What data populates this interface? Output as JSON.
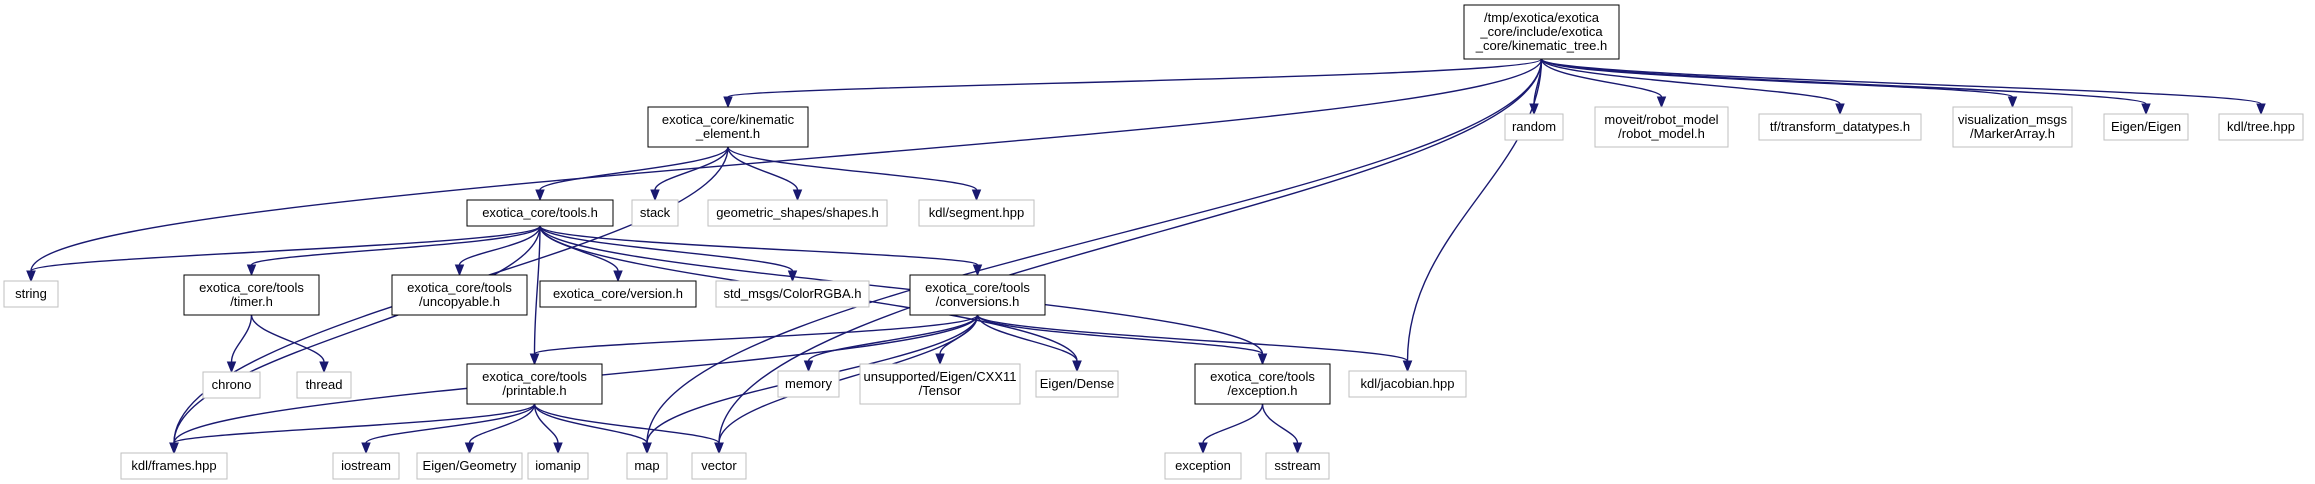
{
  "colors": {
    "edge": "#191970",
    "border_documented": "#000000",
    "border_external": "#bfbfbf",
    "root_fill": "#bfbfbf",
    "node_fill": "#ffffff"
  },
  "nodes": [
    {
      "id": "kinematic_tree",
      "lines": [
        "/tmp/exotica/exotica",
        "_core/include/exotica",
        "_core/kinematic_tree.h"
      ],
      "kind": "root"
    },
    {
      "id": "kinematic_element",
      "lines": [
        "exotica_core/kinematic",
        "_element.h"
      ],
      "kind": "documented"
    },
    {
      "id": "random",
      "lines": [
        "random"
      ],
      "kind": "external"
    },
    {
      "id": "robot_model",
      "lines": [
        "moveit/robot_model",
        "/robot_model.h"
      ],
      "kind": "external"
    },
    {
      "id": "transform_datatypes",
      "lines": [
        "tf/transform_datatypes.h"
      ],
      "kind": "external"
    },
    {
      "id": "marker_array",
      "lines": [
        "visualization_msgs",
        "/MarkerArray.h"
      ],
      "kind": "external"
    },
    {
      "id": "eigen",
      "lines": [
        "Eigen/Eigen"
      ],
      "kind": "external"
    },
    {
      "id": "kdl_tree",
      "lines": [
        "kdl/tree.hpp"
      ],
      "kind": "external"
    },
    {
      "id": "tools",
      "lines": [
        "exotica_core/tools.h"
      ],
      "kind": "documented"
    },
    {
      "id": "stack",
      "lines": [
        "stack"
      ],
      "kind": "external"
    },
    {
      "id": "shapes",
      "lines": [
        "geometric_shapes/shapes.h"
      ],
      "kind": "external"
    },
    {
      "id": "segment",
      "lines": [
        "kdl/segment.hpp"
      ],
      "kind": "external"
    },
    {
      "id": "string",
      "lines": [
        "string"
      ],
      "kind": "external"
    },
    {
      "id": "timer",
      "lines": [
        "exotica_core/tools",
        "/timer.h"
      ],
      "kind": "documented"
    },
    {
      "id": "uncopyable",
      "lines": [
        "exotica_core/tools",
        "/uncopyable.h"
      ],
      "kind": "documented"
    },
    {
      "id": "version",
      "lines": [
        "exotica_core/version.h"
      ],
      "kind": "documented"
    },
    {
      "id": "color_rgba",
      "lines": [
        "std_msgs/ColorRGBA.h"
      ],
      "kind": "external"
    },
    {
      "id": "conversions",
      "lines": [
        "exotica_core/tools",
        "/conversions.h"
      ],
      "kind": "documented"
    },
    {
      "id": "chrono",
      "lines": [
        "chrono"
      ],
      "kind": "external"
    },
    {
      "id": "thread",
      "lines": [
        "thread"
      ],
      "kind": "external"
    },
    {
      "id": "printable",
      "lines": [
        "exotica_core/tools",
        "/printable.h"
      ],
      "kind": "documented"
    },
    {
      "id": "memory",
      "lines": [
        "memory"
      ],
      "kind": "external"
    },
    {
      "id": "tensor",
      "lines": [
        "unsupported/Eigen/CXX11",
        "/Tensor"
      ],
      "kind": "external"
    },
    {
      "id": "eigen_dense",
      "lines": [
        "Eigen/Dense"
      ],
      "kind": "external"
    },
    {
      "id": "exception_h",
      "lines": [
        "exotica_core/tools",
        "/exception.h"
      ],
      "kind": "documented"
    },
    {
      "id": "jacobian",
      "lines": [
        "kdl/jacobian.hpp"
      ],
      "kind": "external"
    },
    {
      "id": "frames",
      "lines": [
        "kdl/frames.hpp"
      ],
      "kind": "external"
    },
    {
      "id": "iostream",
      "lines": [
        "iostream"
      ],
      "kind": "external"
    },
    {
      "id": "eigen_geometry",
      "lines": [
        "Eigen/Geometry"
      ],
      "kind": "external"
    },
    {
      "id": "iomanip",
      "lines": [
        "iomanip"
      ],
      "kind": "external"
    },
    {
      "id": "map",
      "lines": [
        "map"
      ],
      "kind": "external"
    },
    {
      "id": "vector",
      "lines": [
        "vector"
      ],
      "kind": "external"
    },
    {
      "id": "exception",
      "lines": [
        "exception"
      ],
      "kind": "external"
    },
    {
      "id": "sstream",
      "lines": [
        "sstream"
      ],
      "kind": "external"
    }
  ],
  "edges": [
    [
      "kinematic_tree",
      "kinematic_element"
    ],
    [
      "kinematic_tree",
      "string"
    ],
    [
      "kinematic_tree",
      "map"
    ],
    [
      "kinematic_tree",
      "vector"
    ],
    [
      "kinematic_tree",
      "jacobian"
    ],
    [
      "kinematic_tree",
      "random"
    ],
    [
      "kinematic_tree",
      "robot_model"
    ],
    [
      "kinematic_tree",
      "transform_datatypes"
    ],
    [
      "kinematic_tree",
      "marker_array"
    ],
    [
      "kinematic_tree",
      "eigen"
    ],
    [
      "kinematic_tree",
      "kdl_tree"
    ],
    [
      "kinematic_element",
      "tools"
    ],
    [
      "kinematic_element",
      "stack"
    ],
    [
      "kinematic_element",
      "shapes"
    ],
    [
      "kinematic_element",
      "segment"
    ],
    [
      "kinematic_element",
      "frames"
    ],
    [
      "tools",
      "string"
    ],
    [
      "tools",
      "timer"
    ],
    [
      "tools",
      "uncopyable"
    ],
    [
      "tools",
      "version"
    ],
    [
      "tools",
      "color_rgba"
    ],
    [
      "tools",
      "conversions"
    ],
    [
      "tools",
      "printable"
    ],
    [
      "tools",
      "frames"
    ],
    [
      "tools",
      "eigen_dense"
    ],
    [
      "tools",
      "exception_h"
    ],
    [
      "timer",
      "chrono"
    ],
    [
      "timer",
      "thread"
    ],
    [
      "conversions",
      "printable"
    ],
    [
      "conversions",
      "frames"
    ],
    [
      "conversions",
      "map"
    ],
    [
      "conversions",
      "vector"
    ],
    [
      "conversions",
      "memory"
    ],
    [
      "conversions",
      "tensor"
    ],
    [
      "conversions",
      "eigen_dense"
    ],
    [
      "conversions",
      "exception_h"
    ],
    [
      "conversions",
      "jacobian"
    ],
    [
      "printable",
      "frames"
    ],
    [
      "printable",
      "iostream"
    ],
    [
      "printable",
      "eigen_geometry"
    ],
    [
      "printable",
      "iomanip"
    ],
    [
      "printable",
      "map"
    ],
    [
      "printable",
      "vector"
    ],
    [
      "exception_h",
      "exception"
    ],
    [
      "exception_h",
      "sstream"
    ]
  ]
}
